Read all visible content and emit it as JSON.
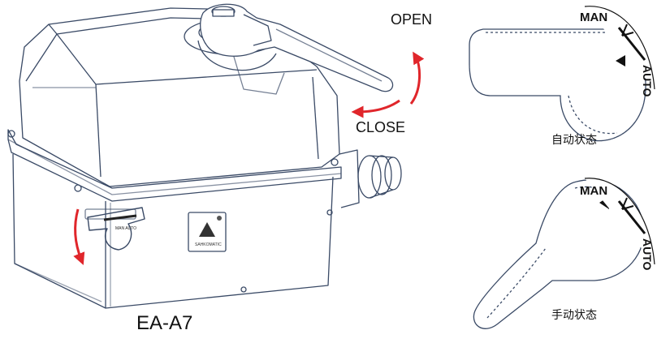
{
  "labels": {
    "open": "OPEN",
    "close": "CLOSE",
    "model": "EA-A7",
    "auto_state": "自动状态",
    "manual_state": "手动状态",
    "man": "MAN",
    "auto": "AUTO"
  },
  "colors": {
    "outline": "#3a4a66",
    "arrow": "#e0262b",
    "ink": "#111111"
  },
  "icons": [
    "wrench-icon",
    "rotation-arrow-icon",
    "pointer-triangle-icon",
    "warning-label-icon"
  ]
}
